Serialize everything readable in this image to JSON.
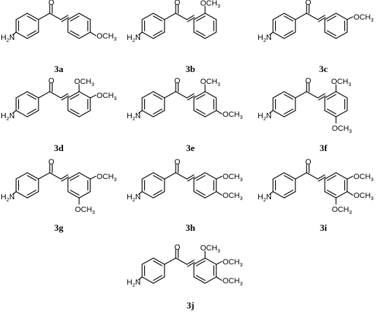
{
  "labels": {
    "amine": "H",
    "amine_sub": "2",
    "amine_n": "N",
    "oxygen": "O",
    "methoxy": "OCH",
    "methoxy_sub": "3"
  },
  "compounds": [
    {
      "label": "3a",
      "substituents": [
        "para"
      ]
    },
    {
      "label": "3b",
      "substituents": [
        "ortho"
      ]
    },
    {
      "label": "3c",
      "substituents": [
        "meta"
      ]
    },
    {
      "label": "3d",
      "substituents": [
        "ortho",
        "meta"
      ]
    },
    {
      "label": "3e",
      "substituents": [
        "ortho",
        "para"
      ]
    },
    {
      "label": "3f",
      "substituents": [
        "ortho",
        "meta-low"
      ]
    },
    {
      "label": "3g",
      "substituents": [
        "meta",
        "meta-low"
      ]
    },
    {
      "label": "3h",
      "substituents": [
        "meta",
        "para"
      ]
    },
    {
      "label": "3i",
      "substituents": [
        "meta",
        "para",
        "meta-low"
      ]
    },
    {
      "label": "3j",
      "substituents": [
        "ortho",
        "meta",
        "para"
      ]
    }
  ]
}
